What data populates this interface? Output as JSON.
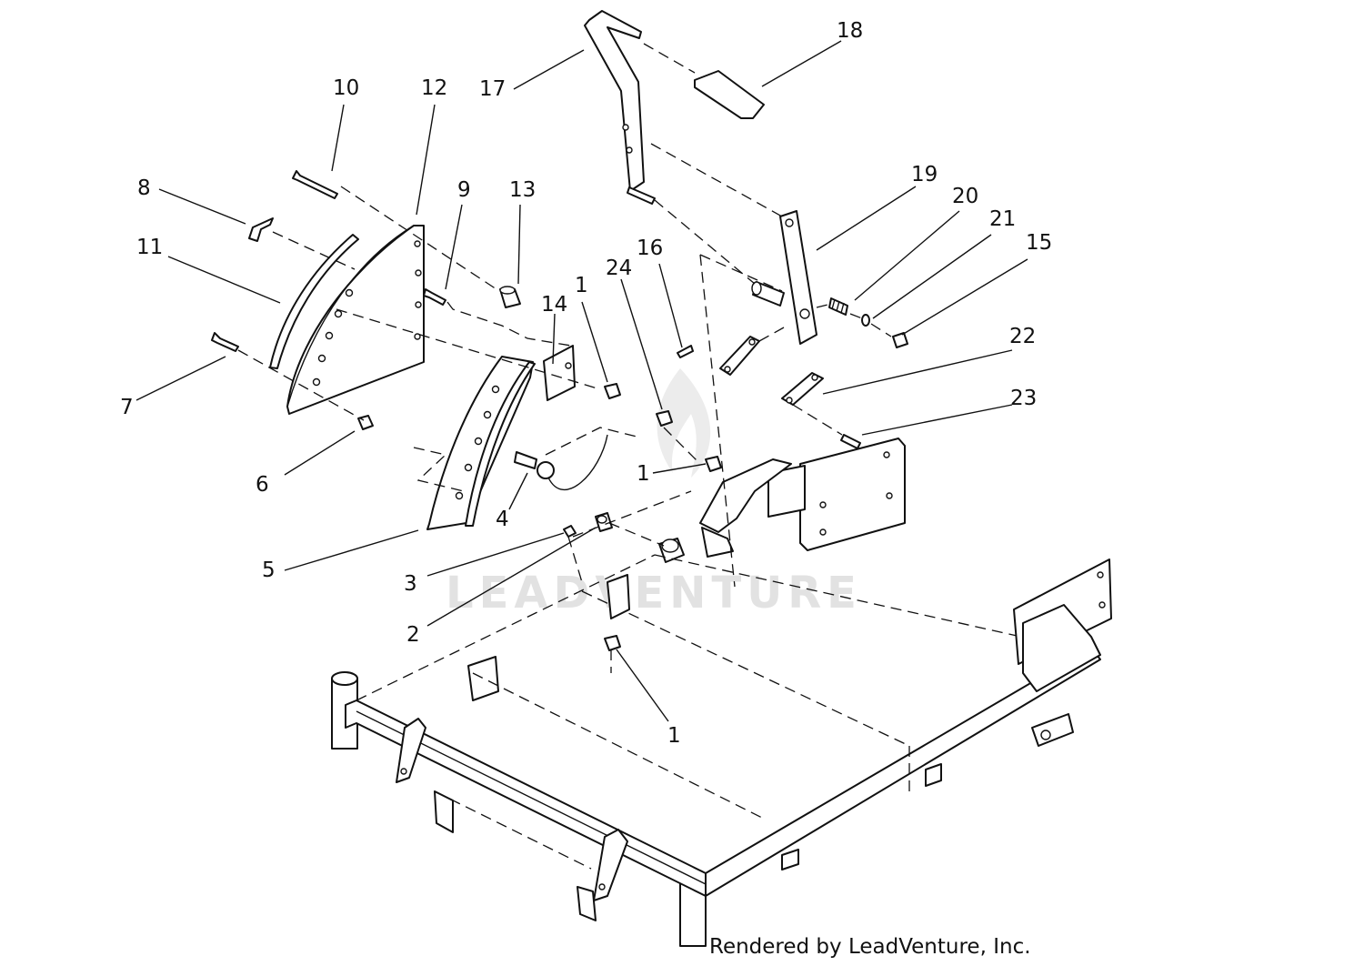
{
  "watermark": "LEADVENTURE",
  "credit": "Rendered by LeadVenture, Inc.",
  "callouts": [
    {
      "id": "c18",
      "label": "18"
    },
    {
      "id": "c17",
      "label": "17"
    },
    {
      "id": "c10",
      "label": "10"
    },
    {
      "id": "c12",
      "label": "12"
    },
    {
      "id": "c8",
      "label": "8"
    },
    {
      "id": "c9",
      "label": "9"
    },
    {
      "id": "c13",
      "label": "13"
    },
    {
      "id": "c11",
      "label": "11"
    },
    {
      "id": "c19",
      "label": "19"
    },
    {
      "id": "c20",
      "label": "20"
    },
    {
      "id": "c21",
      "label": "21"
    },
    {
      "id": "c15",
      "label": "15"
    },
    {
      "id": "c16",
      "label": "16"
    },
    {
      "id": "c24",
      "label": "24"
    },
    {
      "id": "c1a",
      "label": "1"
    },
    {
      "id": "c14",
      "label": "14"
    },
    {
      "id": "c7",
      "label": "7"
    },
    {
      "id": "c22",
      "label": "22"
    },
    {
      "id": "c23",
      "label": "23"
    },
    {
      "id": "c6",
      "label": "6"
    },
    {
      "id": "c1b",
      "label": "1"
    },
    {
      "id": "c4",
      "label": "4"
    },
    {
      "id": "c5",
      "label": "5"
    },
    {
      "id": "c3",
      "label": "3"
    },
    {
      "id": "c2",
      "label": "2"
    },
    {
      "id": "c1c",
      "label": "1"
    }
  ]
}
